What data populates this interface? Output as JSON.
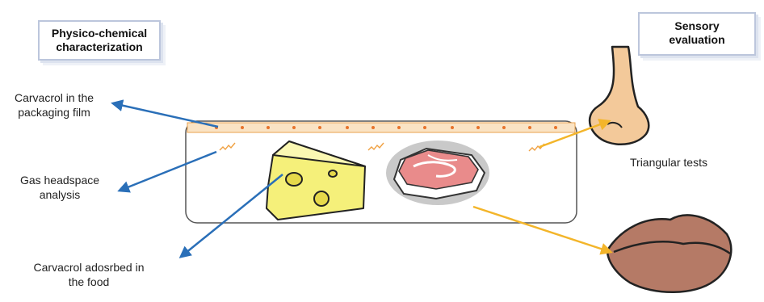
{
  "boxes": {
    "physico_line1": "Physico-chemical",
    "physico_line2": "characterization",
    "sensory_line1": "Sensory",
    "sensory_line2": "evaluation"
  },
  "labels": {
    "film_line1": "Carvacrol in the",
    "film_line2": "packaging film",
    "gas_line1": "Gas headspace",
    "gas_line2": "analysis",
    "food_line1": "Carvacrol adosrbed in",
    "food_line2": "the food",
    "triangular": "Triangular tests"
  },
  "colors": {
    "blue_arrow": "#2a6fb8",
    "yellow_arrow": "#f3b52a",
    "film_fill": "#fae3c4",
    "dot": "#e8722a"
  }
}
